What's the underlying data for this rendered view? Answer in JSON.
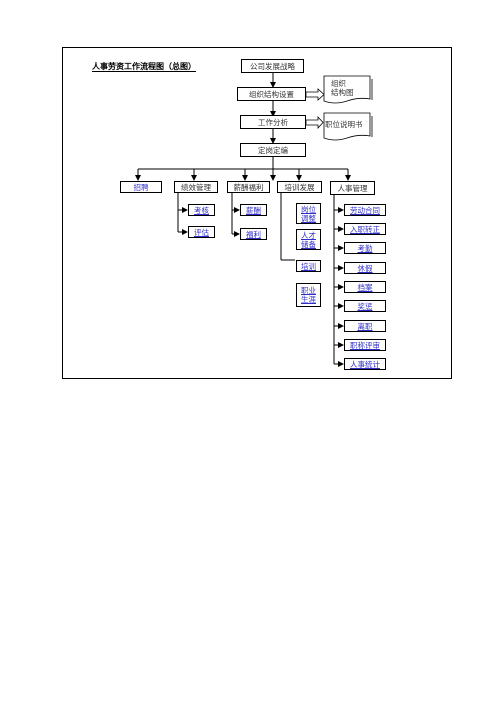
{
  "title": "人事劳资工作流程图（总图）",
  "top_chain": {
    "strategy": "公司发展战略",
    "org_setup": "组织结构设置",
    "job_analysis": "工作分析",
    "staffing": "定岗定编"
  },
  "documents": {
    "org_chart_line1": "组织",
    "org_chart_line2": "结构图",
    "job_description": "职位说明书"
  },
  "branches": {
    "recruit": "招聘",
    "performance": {
      "label": "绩效管理",
      "items": [
        "考核",
        "评估"
      ]
    },
    "compensation": {
      "label": "薪酬福利",
      "items": [
        "薪酬",
        "福利"
      ]
    },
    "training": {
      "label": "培训发展",
      "items": [
        "岗位调整",
        "人才储备",
        "培训",
        "职业生涯"
      ]
    },
    "personnel": {
      "label": "人事管理",
      "items": [
        "劳动合同",
        "入职转正",
        "考勤",
        "休假",
        "档案",
        "奖惩",
        "离职",
        "职称评审",
        "人事统计"
      ]
    }
  }
}
